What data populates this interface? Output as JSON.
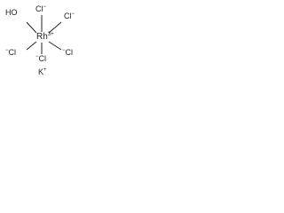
{
  "structure": {
    "central_metal": {
      "symbol": "Rh",
      "charge": "3+"
    },
    "ligands": {
      "top_left": "HO",
      "top": "Cl",
      "top_right": "Cl",
      "bottom_left": "Cl",
      "bottom": "Cl",
      "bottom_right": "Cl",
      "ligand_charge": "−"
    },
    "counter_ion": {
      "symbol": "K",
      "charge": "+"
    }
  }
}
